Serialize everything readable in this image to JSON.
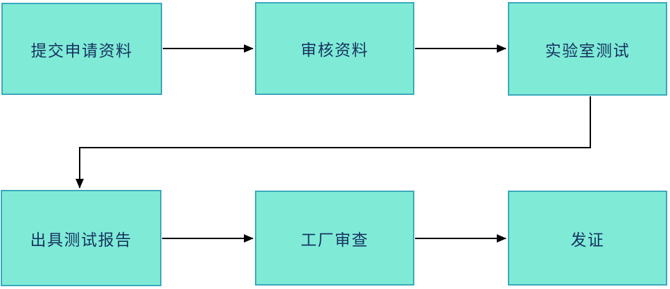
{
  "diagram": {
    "type": "flowchart",
    "boxes": [
      {
        "id": "submit",
        "label": "提交申请资料"
      },
      {
        "id": "review",
        "label": "审核资料"
      },
      {
        "id": "labtest",
        "label": "实验室测试"
      },
      {
        "id": "report",
        "label": "出具测试报告"
      },
      {
        "id": "factory",
        "label": "工厂审查"
      },
      {
        "id": "cert",
        "label": "发证"
      }
    ],
    "connections": [
      {
        "from": "submit",
        "to": "review",
        "style": "straight-arrow"
      },
      {
        "from": "review",
        "to": "labtest",
        "style": "straight-arrow"
      },
      {
        "from": "labtest",
        "to": "report",
        "style": "elbow-arrow"
      },
      {
        "from": "report",
        "to": "factory",
        "style": "straight-arrow"
      },
      {
        "from": "factory",
        "to": "cert",
        "style": "straight-arrow"
      }
    ],
    "colors": {
      "box_fill": "#7FEBD7",
      "box_border": "#3AA8BC",
      "text": "#17325F",
      "arrow": "#000000",
      "background": "#FFFFFF"
    }
  }
}
